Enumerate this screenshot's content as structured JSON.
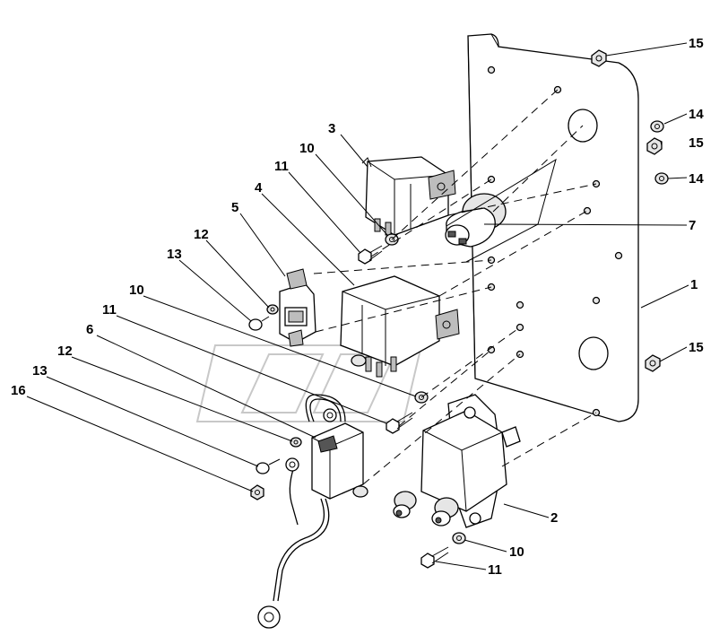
{
  "diagram": {
    "callouts": [
      "15",
      "14",
      "15",
      "14",
      "7",
      "1",
      "15",
      "2",
      "10",
      "11",
      "3",
      "10",
      "11",
      "4",
      "5",
      "12",
      "13",
      "10",
      "11",
      "6",
      "12",
      "13",
      "16"
    ]
  },
  "colors": {
    "line": "#000000",
    "background": "#ffffff",
    "shading": "#bdbdbd"
  }
}
